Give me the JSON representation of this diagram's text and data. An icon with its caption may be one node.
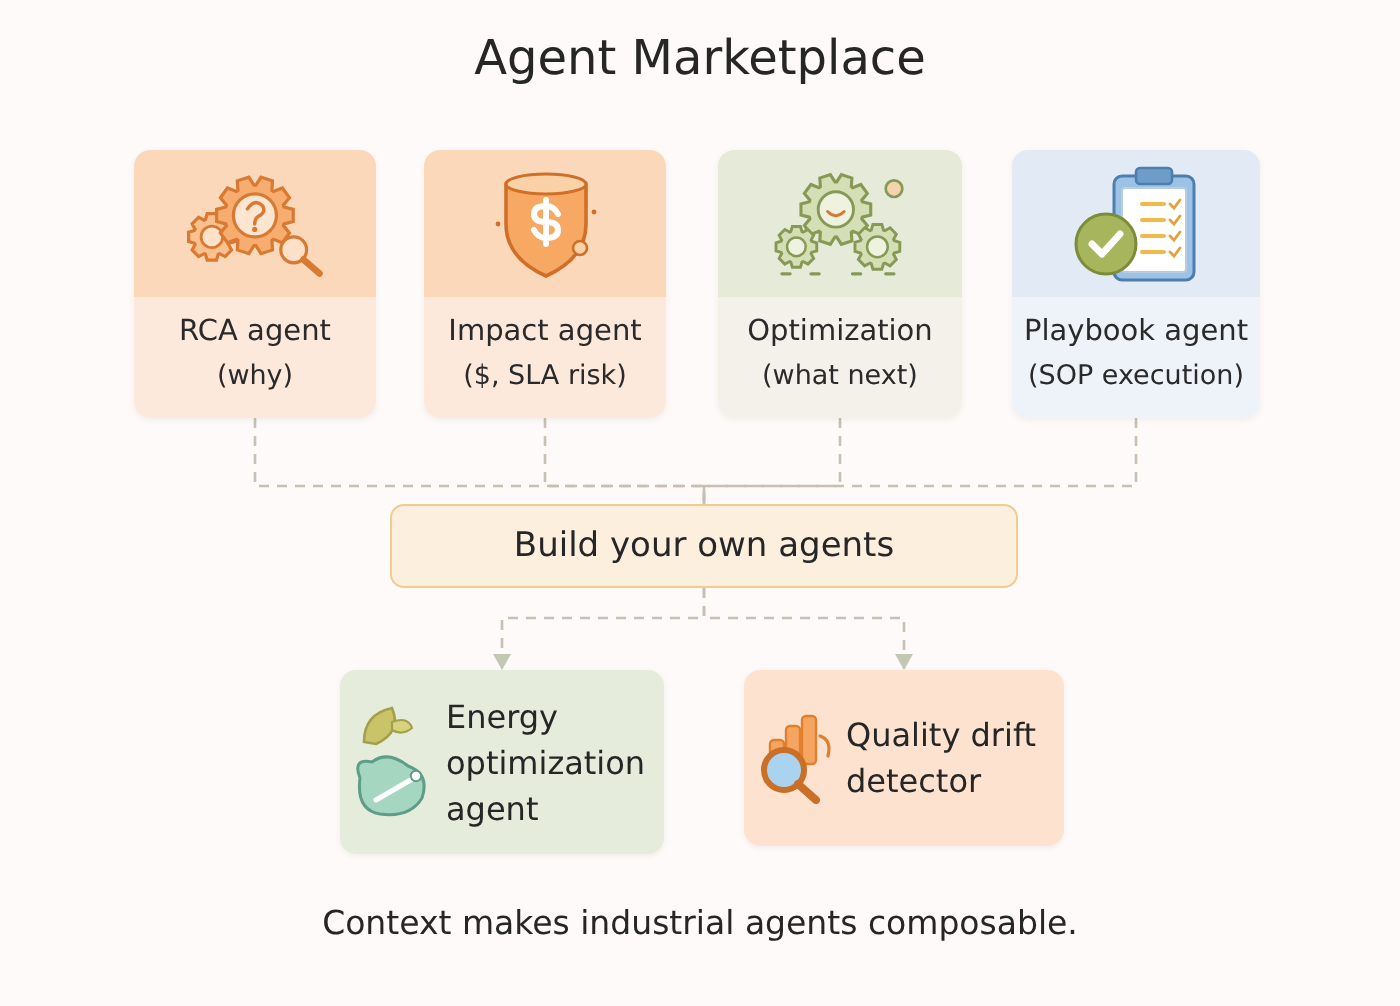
{
  "diagram": {
    "title": "Agent Marketplace",
    "nodes": [
      {
        "text": [
          "RCA agent",
          "(why)"
        ]
      },
      {
        "text": [
          "Impact agent",
          "($, SLA risk)"
        ]
      },
      {
        "text": [
          "Optimization",
          "(what next)"
        ]
      },
      {
        "text": [
          "Playbook agent",
          "(SOP execution)"
        ]
      },
      {
        "text": [
          "Build your own agents"
        ]
      },
      {
        "text": [
          "Energy optimization agent"
        ]
      },
      {
        "text": [
          "Quality drift detector"
        ]
      }
    ],
    "edges": [
      {
        "from": 0,
        "to": 4,
        "arrow": "none",
        "style": "dashed"
      },
      {
        "from": 1,
        "to": 4,
        "arrow": "none",
        "style": "dashed"
      },
      {
        "from": 2,
        "to": 4,
        "arrow": "none",
        "style": "dashed"
      },
      {
        "from": 3,
        "to": 4,
        "arrow": "none",
        "style": "dashed"
      },
      {
        "from": 4,
        "to": 5,
        "arrow": "to",
        "style": "dashed"
      },
      {
        "from": 4,
        "to": 6,
        "arrow": "to",
        "style": "dashed"
      }
    ],
    "caption": "Context makes industrial agents composable."
  }
}
